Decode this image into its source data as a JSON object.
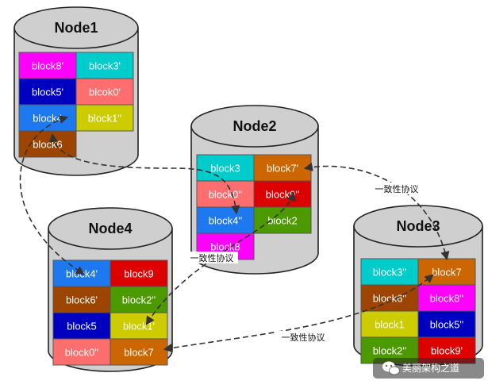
{
  "nodes": [
    {
      "id": "node1",
      "title": "Node1",
      "blocks": [
        {
          "label": "block8'",
          "color": "#ff00ff"
        },
        {
          "label": "block3'",
          "color": "#00cccc"
        },
        {
          "label": "block5'",
          "color": "#0000c0"
        },
        {
          "label": "blcok0'",
          "color": "#ff6e6e"
        },
        {
          "label": "block4",
          "color": "#1e78f0"
        },
        {
          "label": "block1''",
          "color": "#cccc00"
        },
        {
          "label": "block6",
          "color": "#9c4400"
        }
      ]
    },
    {
      "id": "node2",
      "title": "Node2",
      "blocks": [
        {
          "label": "block3",
          "color": "#00cccc"
        },
        {
          "label": "block7'",
          "color": "#cc6600"
        },
        {
          "label": "block0''",
          "color": "#ff6e6e"
        },
        {
          "label": "block9''",
          "color": "#dd0000"
        },
        {
          "label": "block4''",
          "color": "#1e78f0"
        },
        {
          "label": "block2",
          "color": "#4c9a00"
        },
        {
          "label": "block8",
          "color": "#ff00ff"
        }
      ]
    },
    {
      "id": "node3",
      "title": "Node3",
      "blocks": [
        {
          "label": "block3''",
          "color": "#00cccc"
        },
        {
          "label": "block7",
          "color": "#cc6600"
        },
        {
          "label": "block6''",
          "color": "#9c4400"
        },
        {
          "label": "block8''",
          "color": "#ff00ff"
        },
        {
          "label": "block1",
          "color": "#cccc00"
        },
        {
          "label": "block5''",
          "color": "#0000c0"
        },
        {
          "label": "block2''",
          "color": "#4c9a00"
        },
        {
          "label": "block9'",
          "color": "#dd0000"
        }
      ]
    },
    {
      "id": "node4",
      "title": "Node4",
      "blocks": [
        {
          "label": "block4'",
          "color": "#1e78f0"
        },
        {
          "label": "block9",
          "color": "#dd0000"
        },
        {
          "label": "block6'",
          "color": "#9c4400"
        },
        {
          "label": "block2''",
          "color": "#4c9a00"
        },
        {
          "label": "block5",
          "color": "#0000c0"
        },
        {
          "label": "block1'",
          "color": "#cccc00"
        },
        {
          "label": "block0''",
          "color": "#ff6e6e"
        },
        {
          "label": "block7",
          "color": "#cc6600"
        }
      ]
    }
  ],
  "links": [
    {
      "label": ""
    },
    {
      "label": "一致性协议"
    },
    {
      "label": ""
    },
    {
      "label": "一致性协议"
    },
    {
      "label": "一致性协议"
    }
  ],
  "colors": {
    "cylinder_fill": "#cfcfcf",
    "cylinder_stroke": "#222222",
    "arrow": "#333333"
  },
  "watermark": {
    "icon": "wechat-icon",
    "text": "美丽架构之道"
  }
}
